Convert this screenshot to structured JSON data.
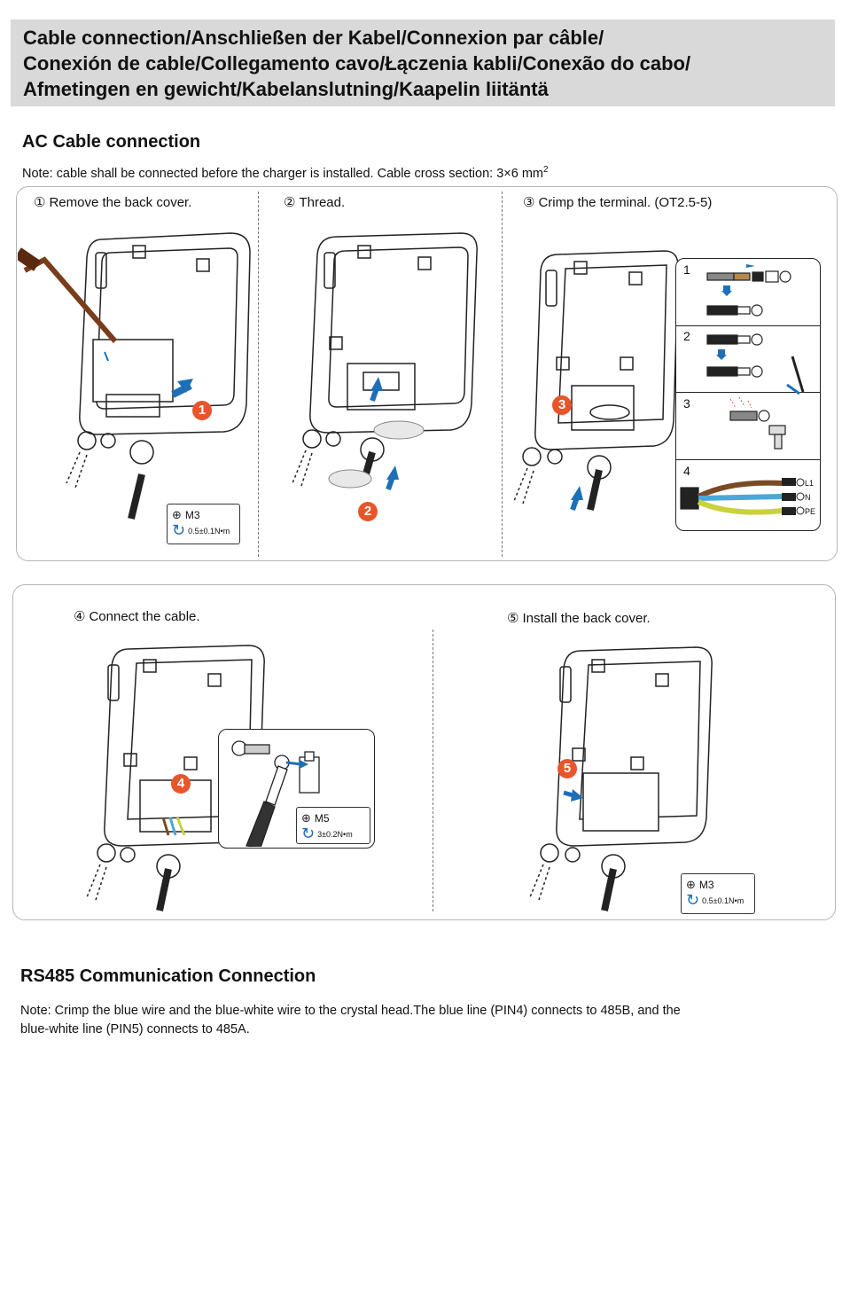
{
  "header": {
    "lines": [
      "Cable connection/Anschließen der Kabel/Connexion par câble/",
      "Conexión de cable/Collegamento cavo/Łączenia kabli/Conexão do cabo/",
      "Afmetingen en gewicht/Kabelanslutning/Kaapelin liitäntä"
    ]
  },
  "ac_section": {
    "title": "AC Cable connection",
    "note_prefix": "Note: cable shall be connected before the charger is installed. Cable cross section: 3×6 mm",
    "note_sup": "2",
    "steps": [
      {
        "num": "①",
        "label": "Remove the back cover."
      },
      {
        "num": "②",
        "label": "Thread."
      },
      {
        "num": "③",
        "label": "Crimp the terminal. (OT2.5-5)"
      },
      {
        "num": "④",
        "label": "Connect the cable."
      },
      {
        "num": "⑤",
        "label": "Install the back cover."
      }
    ],
    "badges": [
      "1",
      "2",
      "3",
      "4",
      "5"
    ],
    "crimp_substeps": [
      "1",
      "2",
      "3",
      "4"
    ],
    "wire_labels": [
      "L1",
      "N",
      "PE"
    ],
    "spec_m3": {
      "screw": "M3",
      "torque": "0.5±0.1N•m"
    },
    "spec_m5": {
      "screw": "M5",
      "torque": "3±0.2N•m"
    },
    "colors": {
      "badge": "#e8552a",
      "arrow": "#1e6fb8",
      "wire_brown": "#7a4a24",
      "wire_blue": "#4aa8d8",
      "wire_pe": "#c9d23a"
    }
  },
  "rs485_section": {
    "title": "RS485 Communication Connection",
    "note_line1": "Note: Crimp the blue wire and the blue-white wire to the crystal head.The blue line (PIN4)  connects to 485B, and the",
    "note_line2": "blue-white line (PIN5) connects to 485A."
  }
}
